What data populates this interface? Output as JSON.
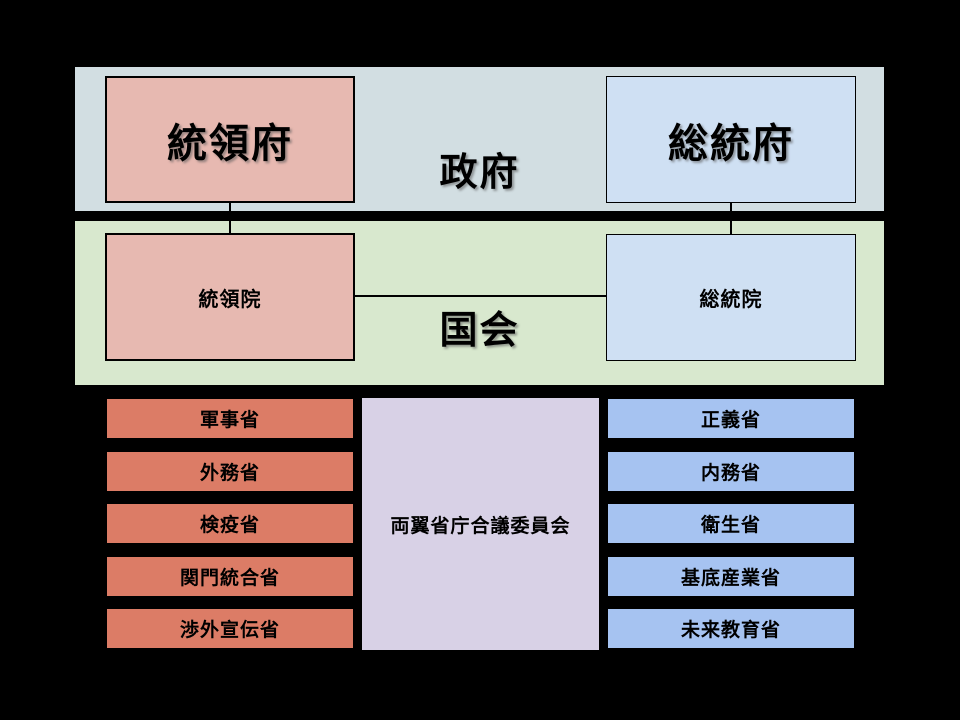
{
  "government": {
    "label": "政府",
    "left_box": "統領府",
    "right_box": "総統府"
  },
  "parliament": {
    "label": "国会",
    "left_box": "統領院",
    "right_box": "総統院"
  },
  "ministries": {
    "left": [
      "軍事省",
      "外務省",
      "検疫省",
      "関門統合省",
      "渉外宣伝省"
    ],
    "right": [
      "正義省",
      "内務省",
      "衛生省",
      "基底産業省",
      "未来教育省"
    ],
    "committee": "両翼省庁合議委員会"
  },
  "colors": {
    "background": "#000000",
    "government_band_bg": "#d2dee2",
    "parliament_band_bg": "#d8e8ce",
    "pink_box_bg": "#e7b9b1",
    "light_blue_box_bg": "#cfe0f3",
    "red_ministry_bg": "#dc7c66",
    "blue_ministry_bg": "#a6c3f1",
    "committee_bg": "#d8d1e6",
    "border_and_lines": "#000000"
  }
}
